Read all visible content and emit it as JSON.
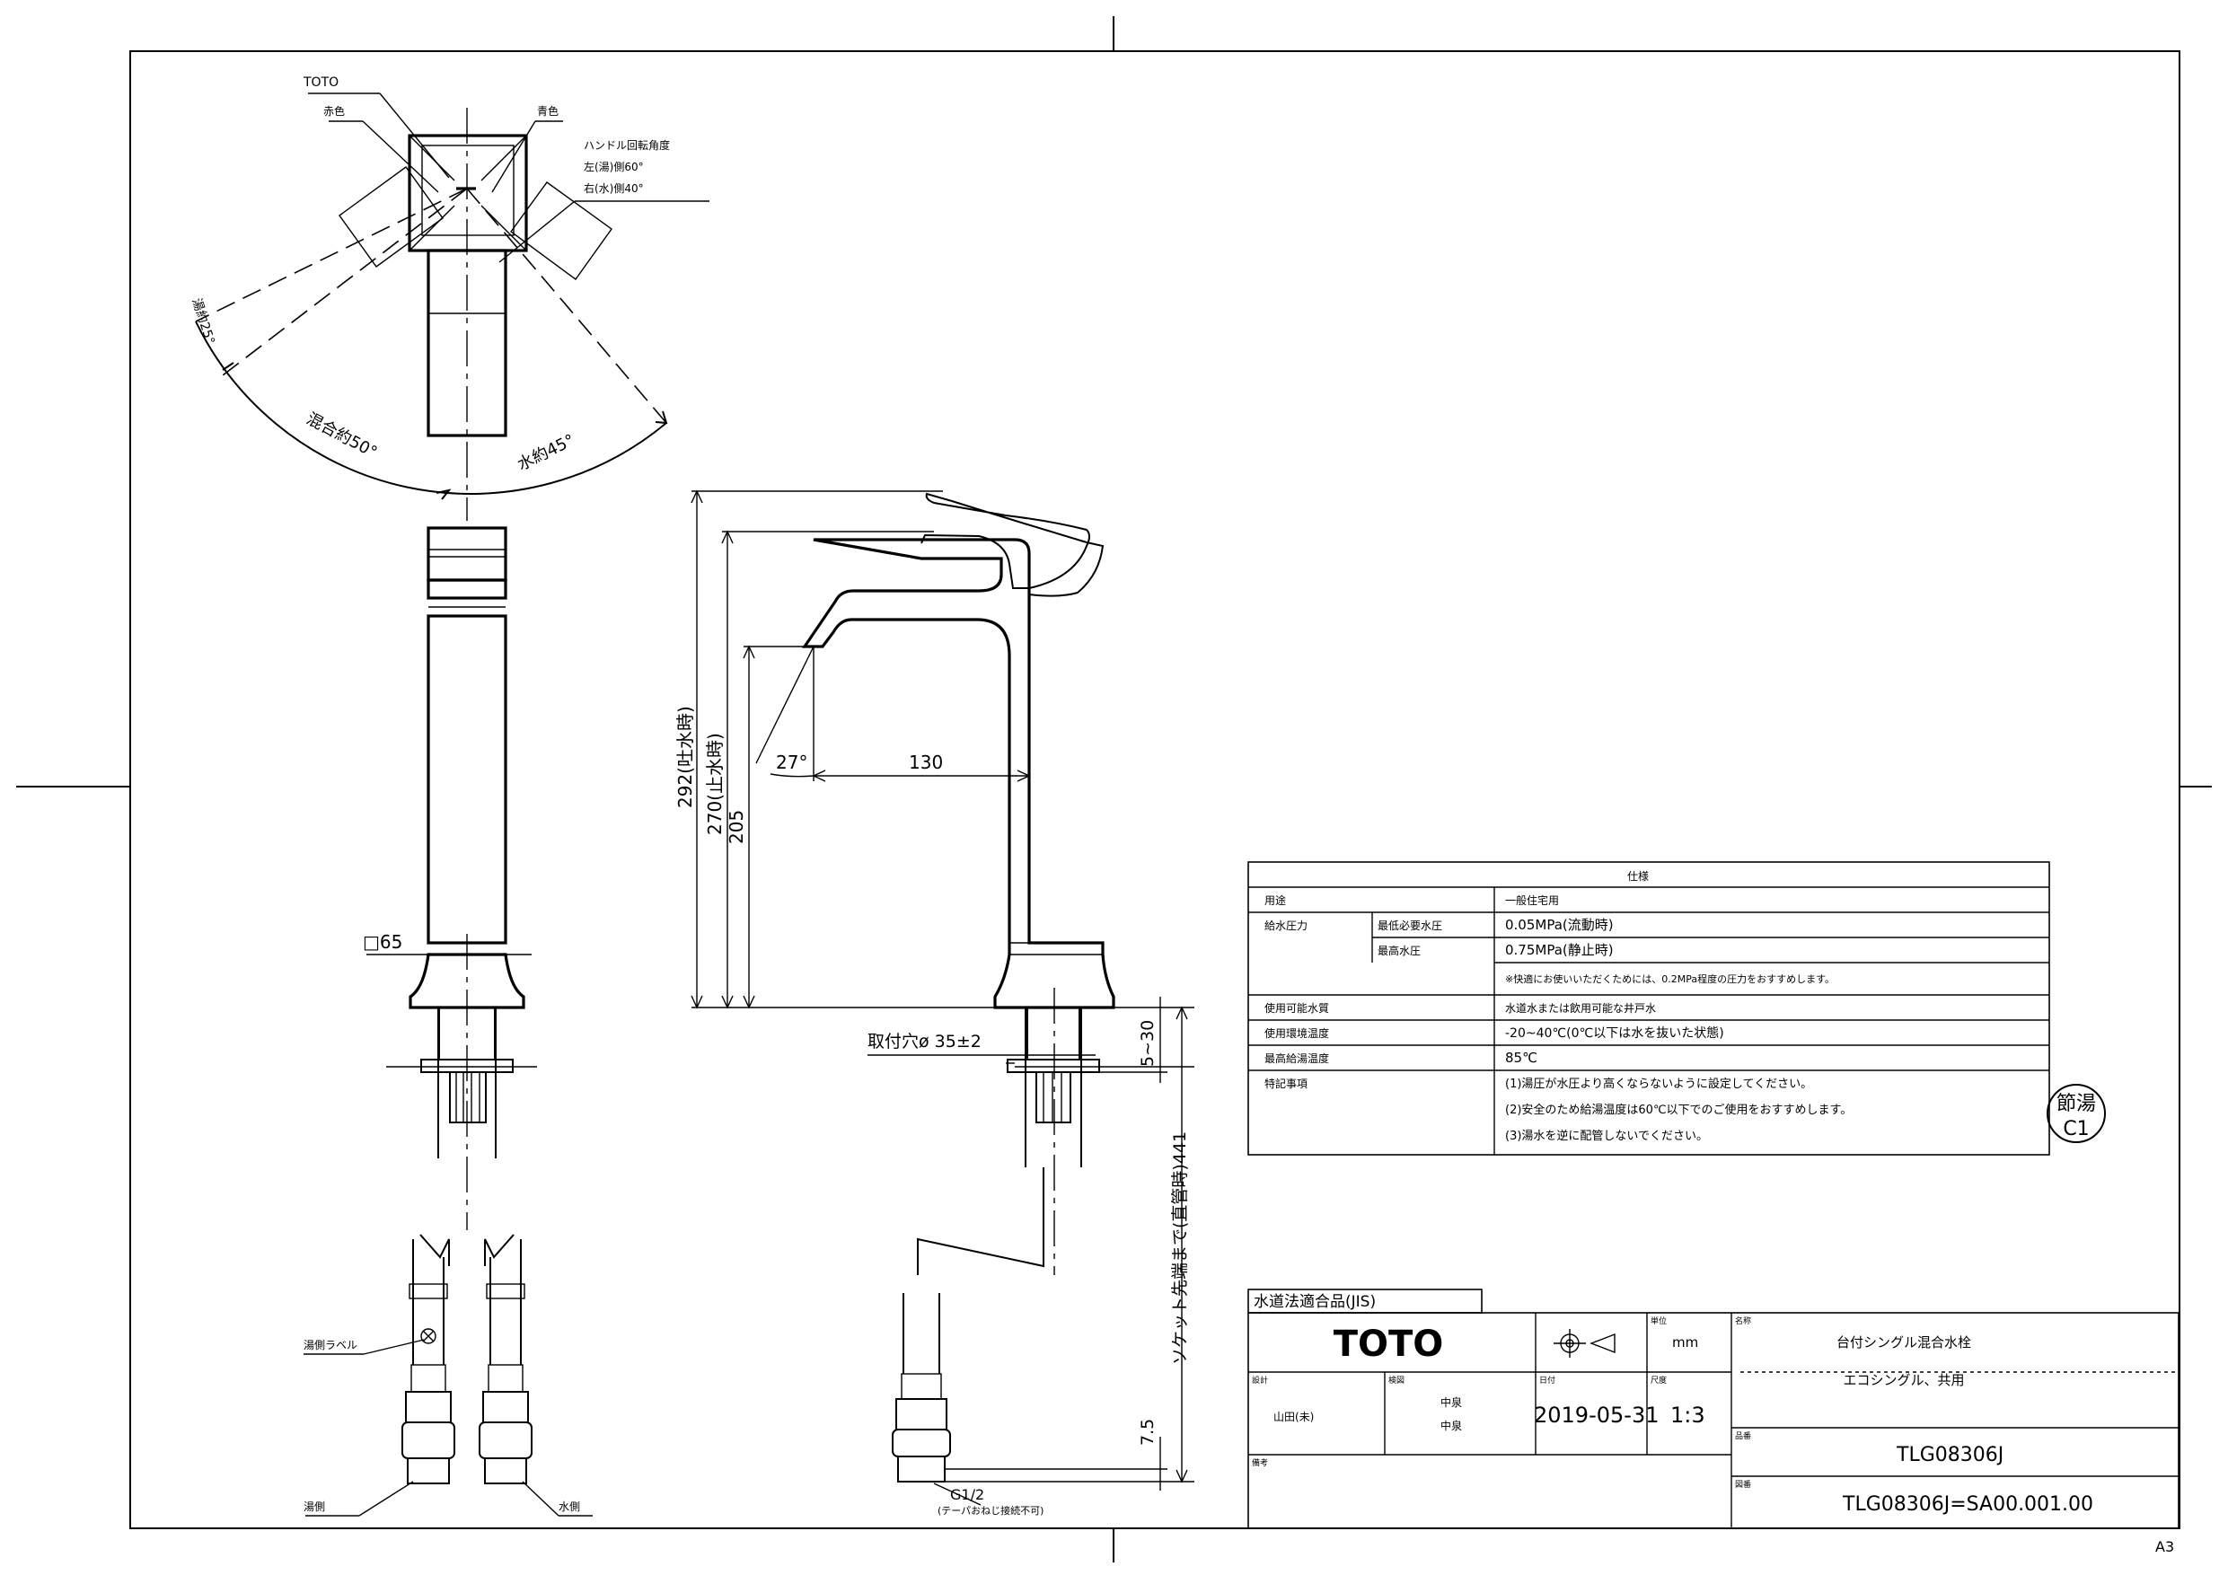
{
  "sheet": {
    "size_label": "A3"
  },
  "top_view": {
    "brand": "TOTO",
    "red_label": "赤色",
    "blue_label": "青色",
    "rotation_title": "ハンドル回転角度",
    "rotation_left": "左(湯)側60°",
    "rotation_right": "右(水)側40°",
    "hot_angle": "湯約25°",
    "mix_angle": "混合約50°",
    "cold_angle": "水約45°"
  },
  "front_view": {
    "width_dim": "□65",
    "hot_label": "湯側ラベル",
    "hot_side": "湯側",
    "cold_side": "水側"
  },
  "side_view": {
    "dim_292": "292(吐水時)",
    "dim_270": "270(止水時)",
    "dim_205": "205",
    "dim_130": "130",
    "angle_27": "27°",
    "hole_dim": "取付穴ø 35±2",
    "dim_5_30": "5~30",
    "socket_dim": "ソケット先端まで(直管時)441",
    "dim_7_5": "7.5",
    "thread": "G1/2",
    "thread_note": "(テーパおねじ接続不可)"
  },
  "spec_table": {
    "title": "仕様",
    "rows": [
      {
        "label": "用途",
        "sub": "",
        "value": "一般住宅用"
      },
      {
        "label": "給水圧力",
        "sub": "最低必要水圧",
        "value": "0.05MPa(流動時)"
      },
      {
        "label": "",
        "sub": "最高水圧",
        "value": "0.75MPa(静止時)"
      },
      {
        "label": "",
        "sub": "",
        "value": "※快適にお使いいただくためには、0.2MPa程度の圧力をおすすめします。"
      },
      {
        "label": "使用可能水質",
        "sub": "",
        "value": "水道水または飲用可能な井戸水"
      },
      {
        "label": "使用環境温度",
        "sub": "",
        "value": "-20~40℃(0℃以下は水を抜いた状態)"
      },
      {
        "label": "最高給湯温度",
        "sub": "",
        "value": "85℃"
      },
      {
        "label": "特記事項",
        "sub": "",
        "value": "(1)湯圧が水圧より高くならないように設定してください。"
      },
      {
        "label": "",
        "sub": "",
        "value": "(2)安全のため給湯温度は60℃以下でのご使用をおすすめします。"
      },
      {
        "label": "",
        "sub": "",
        "value": "(3)湯水を逆に配管しないでください。"
      }
    ]
  },
  "badge": {
    "top": "節湯",
    "bottom": "C1"
  },
  "title_block": {
    "jis": "水道法適合品(JIS)",
    "company": "TOTO",
    "unit_label": "単位",
    "unit": "mm",
    "name_label": "名称",
    "product_name": "台付シングル混合水栓",
    "product_series": "エコシングル、共用",
    "design_label": "設計",
    "designer": "山田(未)",
    "check_label": "検図",
    "checker1": "中泉",
    "checker2": "中泉",
    "date_label": "日付",
    "date": "2019-05-31",
    "scale_label": "尺度",
    "scale": "1:3",
    "model_label": "品番",
    "model": "TLG08306J",
    "remark_label": "備考",
    "drawing_label": "図番",
    "drawing_no": "TLG08306J=SA00.001.00"
  }
}
